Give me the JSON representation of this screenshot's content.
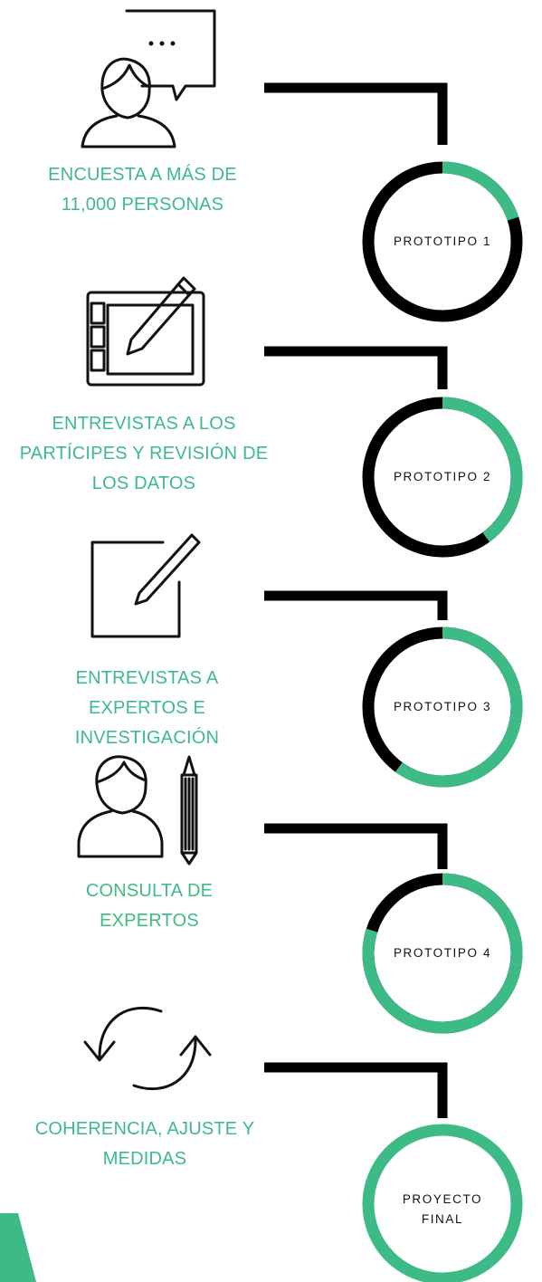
{
  "colors": {
    "accent": "#3dbb86",
    "line": "#000000",
    "text_dark": "#111111"
  },
  "steps": [
    {
      "icon": "person-speech-bubble-icon",
      "lines": [
        "ENCUESTA A MÁS DE",
        "11,000 PERSONAS"
      ]
    },
    {
      "icon": "drawing-tablet-pen-icon",
      "lines": [
        "ENTREVISTAS A LOS",
        "PARTÍCIPES Y REVISIÓN DE",
        "LOS DATOS"
      ]
    },
    {
      "icon": "notepad-pencil-icon",
      "lines": [
        "ENTREVISTAS A",
        "EXPERTOS E",
        "INVESTIGACIÓN"
      ]
    },
    {
      "icon": "person-pencil-icon",
      "lines": [
        "CONSULTA DE",
        "EXPERTOS"
      ]
    },
    {
      "icon": "refresh-arrows-icon",
      "lines": [
        "COHERENCIA, AJUSTE Y",
        "MEDIDAS"
      ]
    }
  ],
  "stages": [
    {
      "lines": [
        "PROTOTIPO 1"
      ],
      "progress": 0.2
    },
    {
      "lines": [
        "PROTOTIPO 2"
      ],
      "progress": 0.4
    },
    {
      "lines": [
        "PROTOTIPO 3"
      ],
      "progress": 0.6
    },
    {
      "lines": [
        "PROTOTIPO 4"
      ],
      "progress": 0.8
    },
    {
      "lines": [
        "PROYECTO",
        "FINAL"
      ],
      "progress": 1.0
    }
  ]
}
